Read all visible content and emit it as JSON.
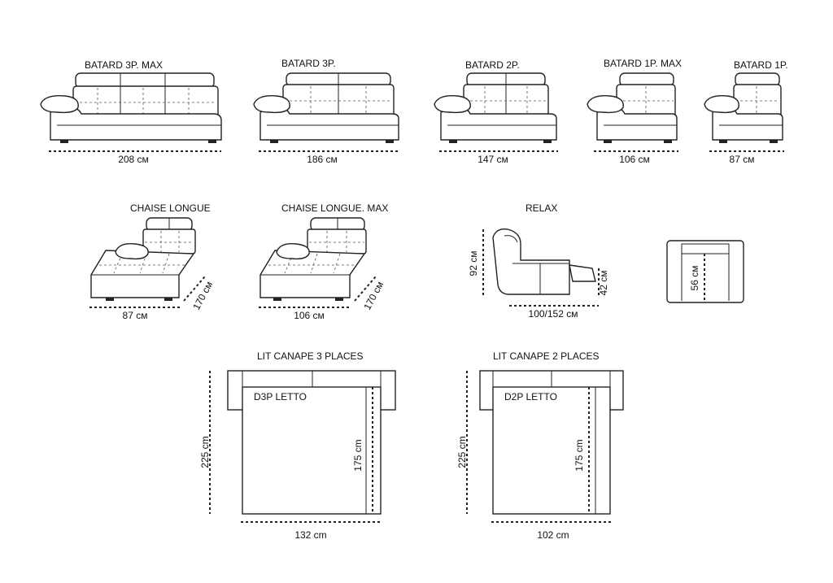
{
  "colors": {
    "line": "#222222",
    "background": "#ffffff"
  },
  "sofas": {
    "batard_3p_max": {
      "title": "BATARD 3P. MAX",
      "width": "208 см"
    },
    "batard_3p": {
      "title": "BATARD 3P.",
      "width": "186 см"
    },
    "batard_2p": {
      "title": "BATARD 2P.",
      "width": "147 см"
    },
    "batard_1p_max": {
      "title": "BATARD 1P. MAX",
      "width": "106 см"
    },
    "batard_1p": {
      "title": "BATARD 1P.",
      "width": "87 см"
    }
  },
  "chaise": {
    "chaise_longue": {
      "title": "CHAISE LONGUE",
      "width": "87 см",
      "depth": "170 см"
    },
    "chaise_longue_max": {
      "title": "CHAISE LONGUE. MAX",
      "width": "106 см",
      "depth": "170 см"
    }
  },
  "relax": {
    "title": "RELAX",
    "height": "92 см",
    "seat_height": "42 см",
    "depth": "100/152 см",
    "top_width": "56 см"
  },
  "beds": {
    "lit_3": {
      "title": "LIT CANAPE 3 PLACES",
      "label": "D3P LETTO",
      "depth": "225 cm",
      "mattress": "175 cm",
      "width": "132 cm"
    },
    "lit_2": {
      "title": "LIT CANAPE 2 PLACES",
      "label": "D2P LETTO",
      "depth": "225 cm",
      "mattress": "175 cm",
      "width": "102 cm"
    }
  }
}
